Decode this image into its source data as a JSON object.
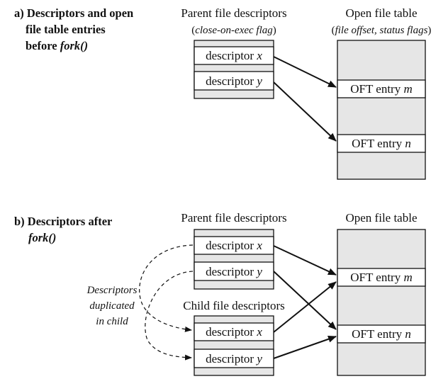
{
  "colors": {
    "stroke": "#111111",
    "fill_gray": "#e6e6e6",
    "fill_white": "#ffffff"
  },
  "section_a": {
    "title_line1": "a) Descriptors and open",
    "title_line2": "file table entries",
    "title_line3_prefix": "before ",
    "title_line3_italic": "fork()",
    "parent_heading": "Parent file descriptors",
    "parent_subheading": "close-on-exec flag",
    "oft_heading": "Open file table",
    "oft_subheading": "file offset, status flags",
    "descriptor_x_label": "descriptor ",
    "descriptor_x_var": "x",
    "descriptor_y_label": "descriptor ",
    "descriptor_y_var": "y",
    "oft_m_label": "OFT entry ",
    "oft_m_var": "m",
    "oft_n_label": "OFT entry ",
    "oft_n_var": "n"
  },
  "section_b": {
    "title_line1": "b) Descriptors after",
    "title_line2": "fork()",
    "parent_heading": "Parent file descriptors",
    "child_heading": "Child file descriptors",
    "oft_heading": "Open file table",
    "note_line1": "Descriptors",
    "note_line2": "duplicated",
    "note_line3": "in child",
    "descriptor_label": "descriptor ",
    "var_x": "x",
    "var_y": "y",
    "oft_label": "OFT entry ",
    "var_m": "m",
    "var_n": "n"
  }
}
